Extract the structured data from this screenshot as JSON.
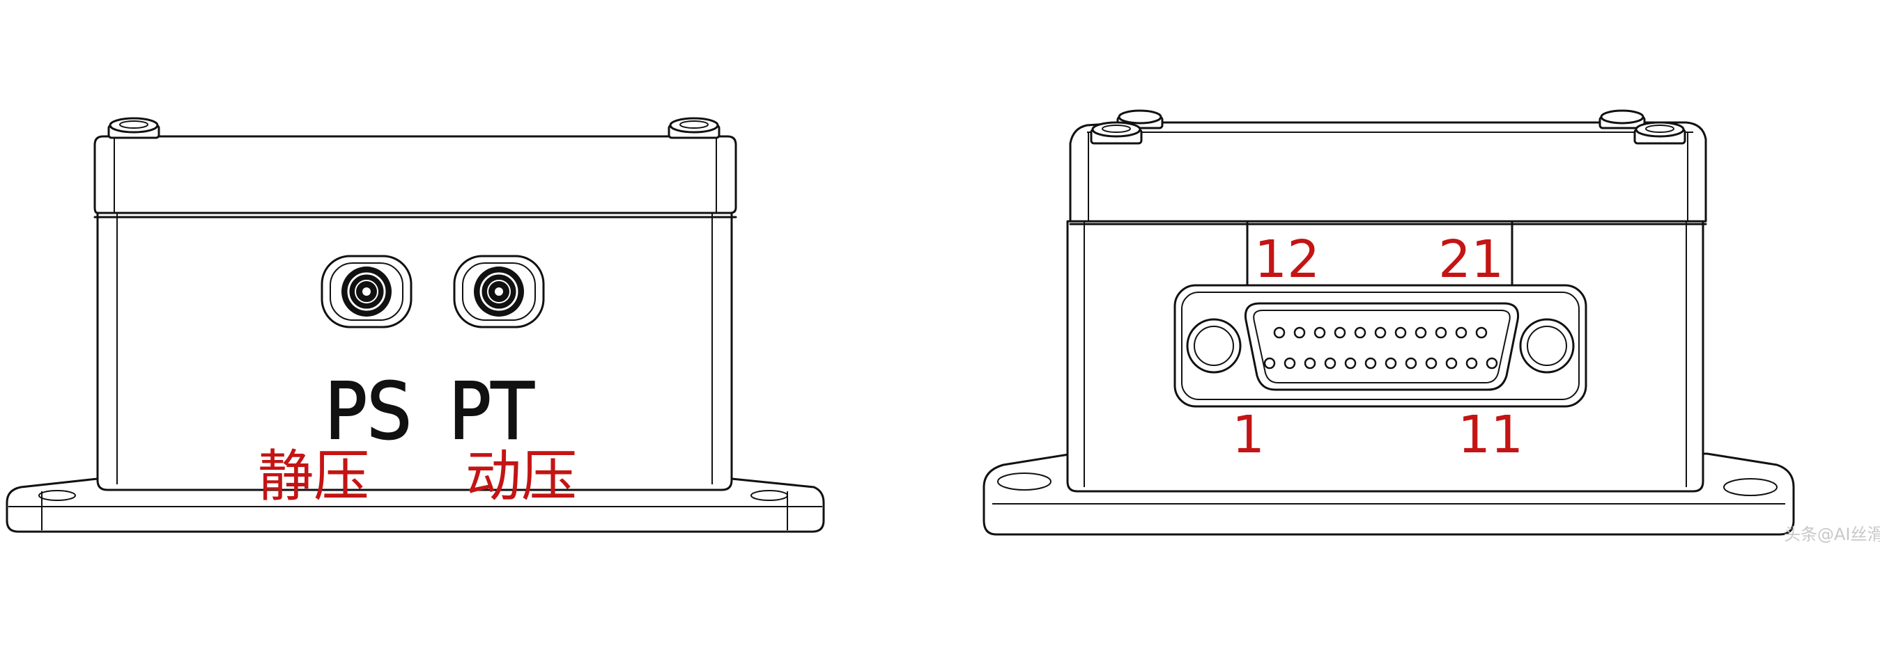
{
  "left_view": {
    "port_ps_label": "PS",
    "port_pt_label": "PT",
    "port_ps_caption": "静压",
    "port_pt_caption": "动压"
  },
  "right_view": {
    "pin_12_label": "12",
    "pin_21_label": "21",
    "pin_1_label": "1",
    "pin_11_label": "11"
  },
  "watermark": "头条@AI丝滑",
  "colors": {
    "line": "#111111",
    "annotation": "#c41414",
    "background": "#ffffff"
  }
}
